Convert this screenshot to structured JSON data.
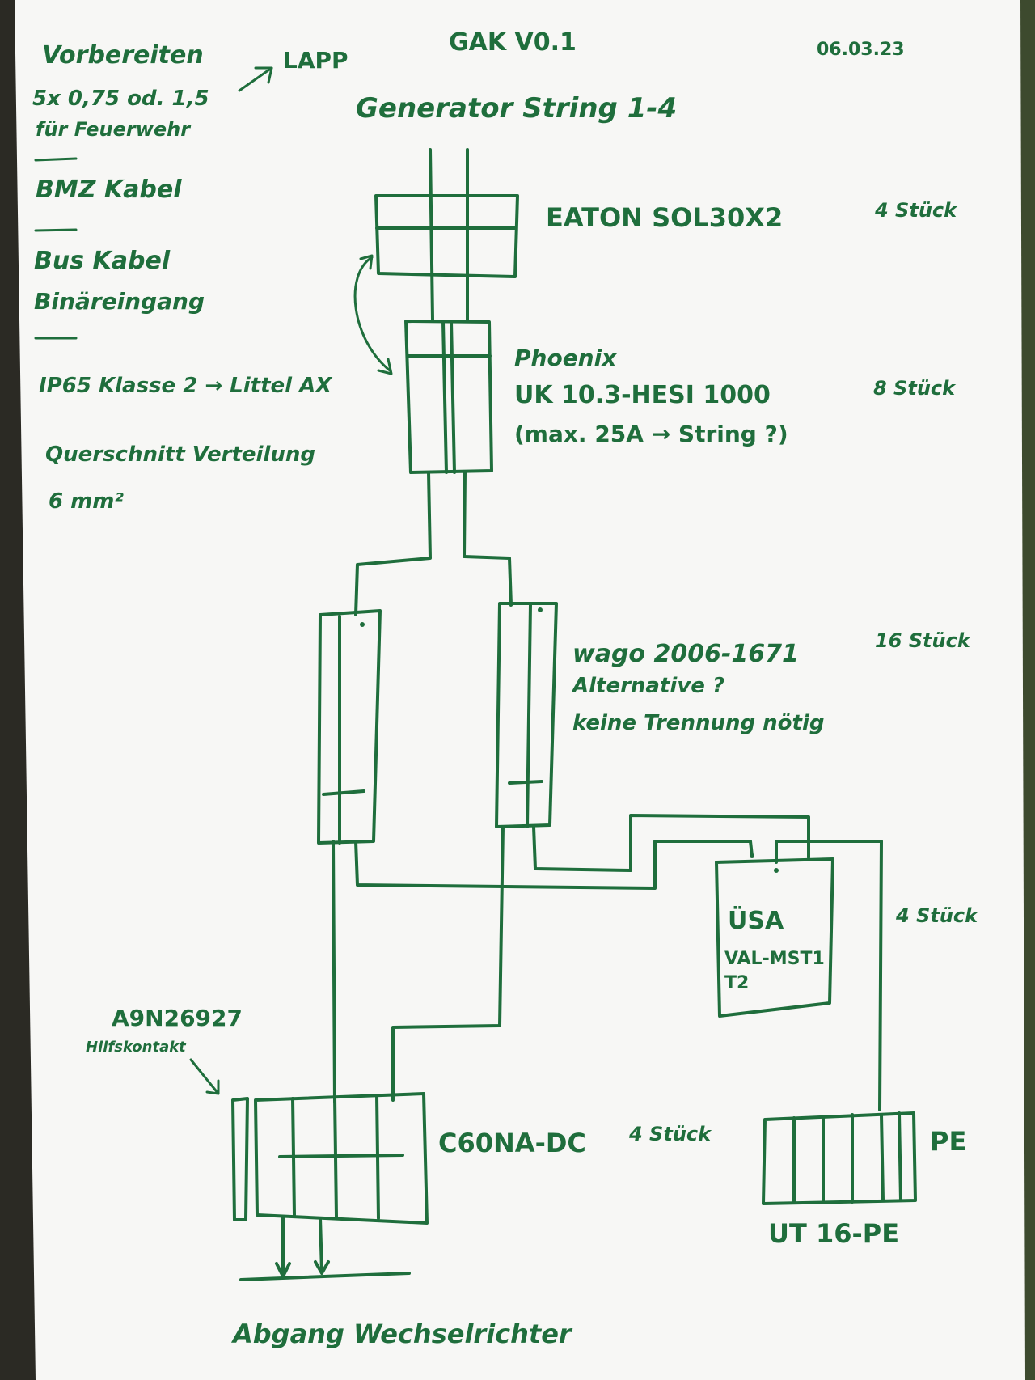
{
  "header": {
    "title": "GAK V0.1",
    "date": "06.03.23",
    "subtitle": "Generator String 1-4"
  },
  "notes": [
    "Vorbereiten",
    "5x 0,75 od. 1,5",
    "für Feuerwehr",
    "BMZ Kabel",
    "Bus Kabel",
    "Binäreingang",
    "IP65 Klasse 2 → Littel AX",
    "Querschnitt Verteilung",
    "6 mm²"
  ],
  "lapp_note": "LAPP",
  "components": {
    "eaton": {
      "label": "EATON SOL30X2",
      "qty": "4 Stück"
    },
    "phoenix": {
      "line1": "Phoenix",
      "line2": "UK 10.3-HESI 1000",
      "line3": "(max. 25A → String ?)",
      "qty": "8 Stück"
    },
    "wago": {
      "line1": "wago 2006-1671",
      "line2": "Alternative ?",
      "line3": "keine Trennung nötig",
      "qty": "16 Stück"
    },
    "usa": {
      "line1": "ÜSA",
      "line2": "VAL-MST1",
      "line3": "T2",
      "qty": "4 Stück"
    },
    "breaker": {
      "label": "C60NA-DC",
      "qty": "4 Stück",
      "aux_part": "A9N26927",
      "aux_label": "Hilfskontakt"
    },
    "pe": {
      "label": "PE",
      "part": "UT 16-PE"
    }
  },
  "output_label": "Abgang Wechselrichter",
  "colors": {
    "ink": "#1f6e3c",
    "paper": "#f7f7f5",
    "background": "#2b2a24"
  }
}
